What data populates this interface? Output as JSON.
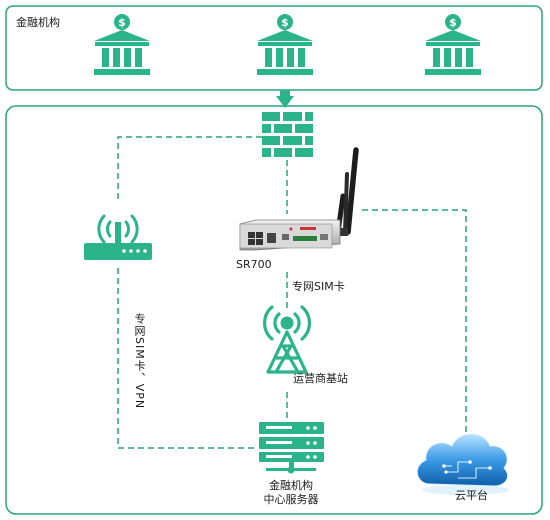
{
  "financial_institutions": {
    "title": "金融机构"
  },
  "router": {
    "label": "SR700"
  },
  "links": {
    "private_sim": "专网SIM卡",
    "private_sim_vpn": "专网SIM卡、VPN"
  },
  "base_station": {
    "label": "运营商基站"
  },
  "server": {
    "label_line1": "金融机构",
    "label_line2": "中心服务器"
  },
  "cloud": {
    "label": "云平台"
  },
  "colors": {
    "accent": "#2bb48a",
    "border": "#2aa37d",
    "dash": "#2aa37d",
    "cloud_blue": "#1e7fd0"
  },
  "icons": [
    "bank-icon",
    "firewall-icon",
    "wifi-router-icon",
    "industrial-router-image",
    "cell-tower-icon",
    "server-icon",
    "cloud-icon"
  ]
}
